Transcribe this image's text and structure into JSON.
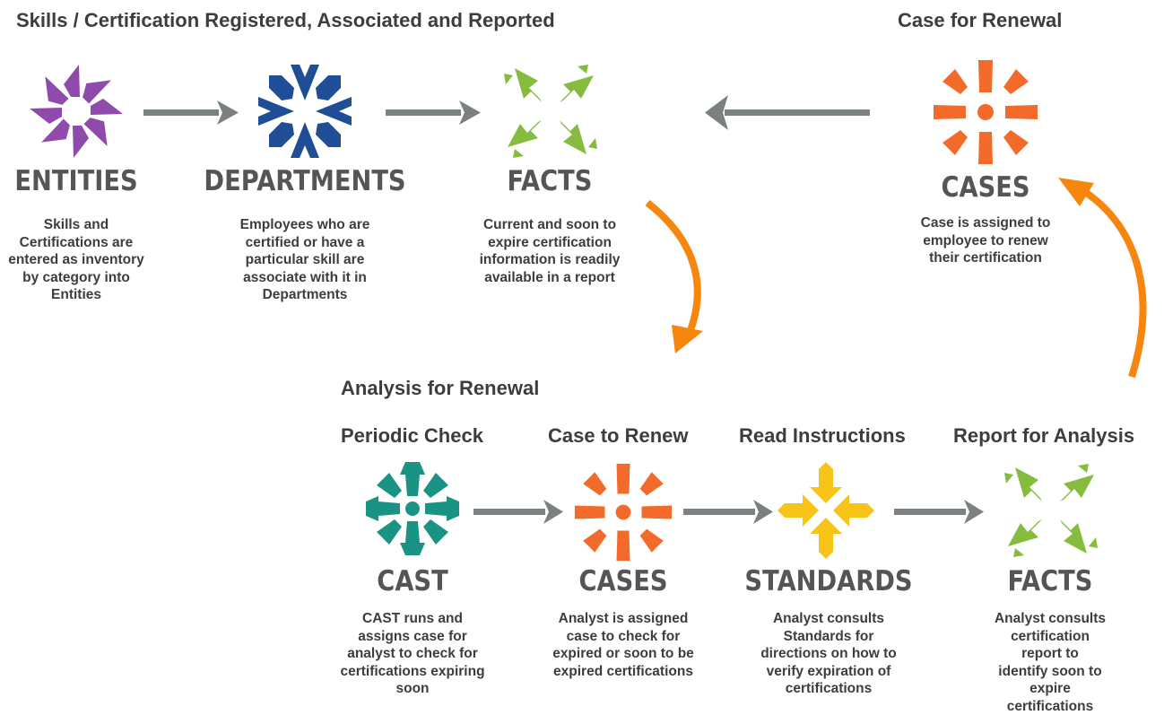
{
  "titles": {
    "top_left": "Skills / Certification Registered, Associated and Reported",
    "top_right": "Case for Renewal",
    "analysis": "Analysis for Renewal"
  },
  "steps": {
    "periodic": "Periodic Check",
    "case_renew": "Case to Renew",
    "read": "Read Instructions",
    "report": "Report for Analysis"
  },
  "nodes": {
    "entities": {
      "label": "ENTITIES",
      "desc": "Skills and\nCertifications are\nentered as inventory\nby category into\nEntities"
    },
    "departments": {
      "label": "DEPARTMENTS",
      "desc": "Employees who are\ncertified or have a\nparticular skill are\nassociate with it in\nDepartments"
    },
    "facts_top": {
      "label": "FACTS",
      "desc": "Current and soon to\nexpire certification\ninformation is readily\navailable in a report"
    },
    "cases_top": {
      "label": "CASES",
      "desc": "Case is assigned to\nemployee to renew\ntheir certification"
    },
    "cast": {
      "label": "CAST",
      "desc": "CAST runs and\nassigns case for\nanalyst to check for\ncertifications expiring\nsoon"
    },
    "cases_bottom": {
      "label": "CASES",
      "desc": "Analyst is assigned\ncase to check for\nexpired or soon to be\nexpired certifications"
    },
    "standards": {
      "label": "STANDARDS",
      "desc": "Analyst consults\nStandards for\ndirections on how to\nverify expiration of\ncertifications"
    },
    "facts_bottom": {
      "label": "FACTS",
      "desc": "Analyst consults\ncertification report to\nidentify soon to\nexpire certifications"
    }
  },
  "colors": {
    "entities": "#8e4bab",
    "departments": "#1f4e96",
    "facts": "#86bc3e",
    "cases": "#f26b2a",
    "cast": "#1a9384",
    "standards": "#f6c316",
    "arrow_gray": "#7b8080",
    "arrow_orange": "#f7860f",
    "text": "#3d3d3d",
    "label": "#555555"
  },
  "icons": {
    "entities": "pinwheel-icon",
    "departments": "chevron-star-icon",
    "facts": "leaf-cross-icon",
    "cases": "sunburst-icon",
    "cast": "spark-star-icon",
    "standards": "arrow-cross-icon"
  }
}
